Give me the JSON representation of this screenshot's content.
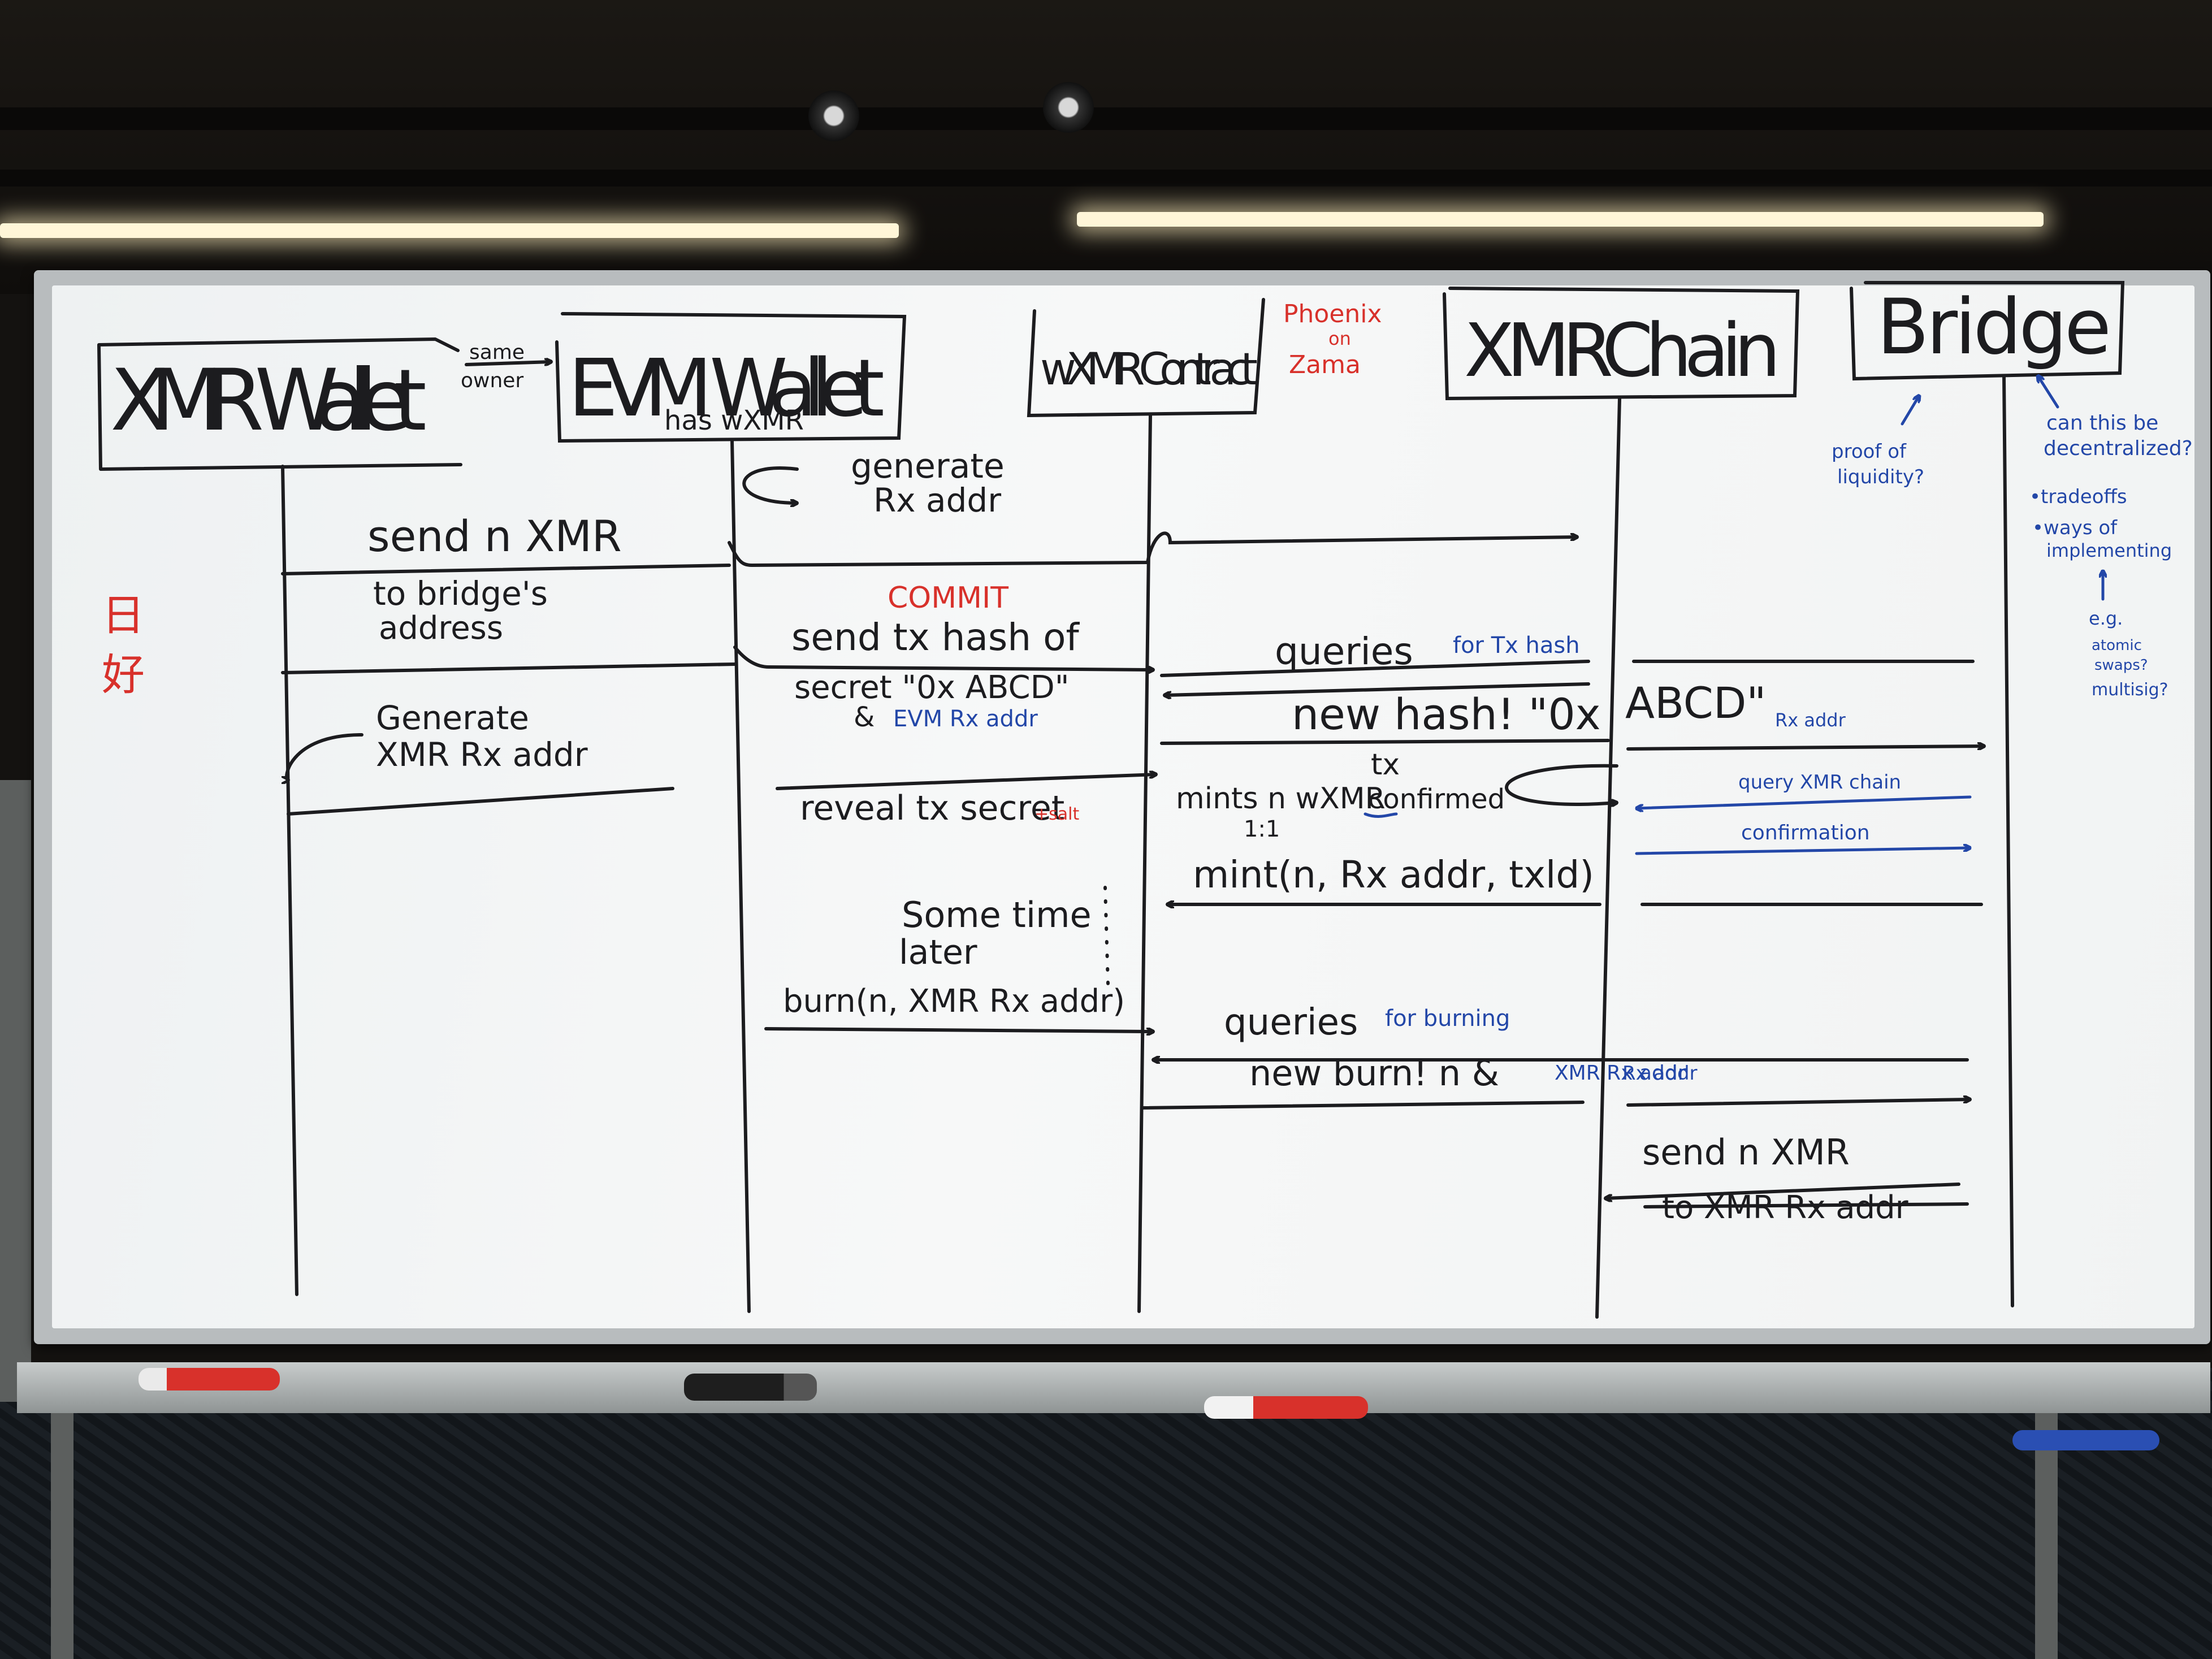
{
  "colors": {
    "black_ink": "#1c1c1f",
    "red_ink": "#d8312b",
    "blue_ink": "#2347a8"
  },
  "participants": {
    "xmr_wallet": "XMR Wallet",
    "evm_wallet": "EVM Wallet",
    "wxmr_contract": "wXMR Contract",
    "xmr_chain": "XMRChain",
    "bridge": "Bridge"
  },
  "notes": {
    "same_owner_1": "same",
    "same_owner_2": "owner",
    "has_wxmr": "has wXMR",
    "phoenix_1": "Phoenix",
    "phoenix_2": "on",
    "phoenix_3": "Zama",
    "proof_1": "proof of",
    "proof_2": "liquidity?",
    "decentral_1": "can this be",
    "decentral_2": "decentralized?",
    "tradeoffs": "•tradeoffs",
    "ways_1": "•ways of",
    "ways_2": "implementing",
    "eg": "e.g.",
    "atomic_1": "atomic",
    "atomic_2": "swaps?",
    "multisig": "multisig?",
    "side_chars_1": "日",
    "side_chars_2": "好"
  },
  "steps": {
    "gen_rx_1": "generate",
    "gen_rx_2": "Rx addr",
    "send_n_1": "send n XMR",
    "send_n_2": "to bridge's",
    "send_n_3": "address",
    "commit": "COMMIT",
    "send_hash_1": "send tx hash of",
    "send_hash_2": "secret \"0x ABCD\"",
    "send_hash_3": "&",
    "send_hash_4": "EVM Rx addr",
    "gen_xmr_1": "Generate",
    "gen_xmr_2": "XMR Rx addr",
    "queries_1": "queries",
    "queries_1_note": "for Tx hash",
    "new_hash": "new hash! \"0x",
    "abcd": "ABCD\"",
    "rx_addr_small": "Rx addr",
    "reveal": "reveal tx secret",
    "salt": "+salt",
    "mints_1": "mints n wXMR",
    "mints_2": "1:1",
    "tx_conf_1": "tx",
    "tx_conf_2": "confirmed",
    "query_chain": "query XMR chain",
    "confirmation": "confirmation",
    "mint_call": "mint(n, Rx addr, txld)",
    "later_1": "Some time",
    "later_2": "later",
    "burn_call": "burn(n, XMR Rx addr)",
    "queries_2": "queries",
    "queries_2_note": "for burning",
    "new_burn": "new burn! n &",
    "new_burn_note": "XMR Rx addr",
    "send_back_1": "send n XMR",
    "send_back_2": "to XMR Rx addr"
  }
}
